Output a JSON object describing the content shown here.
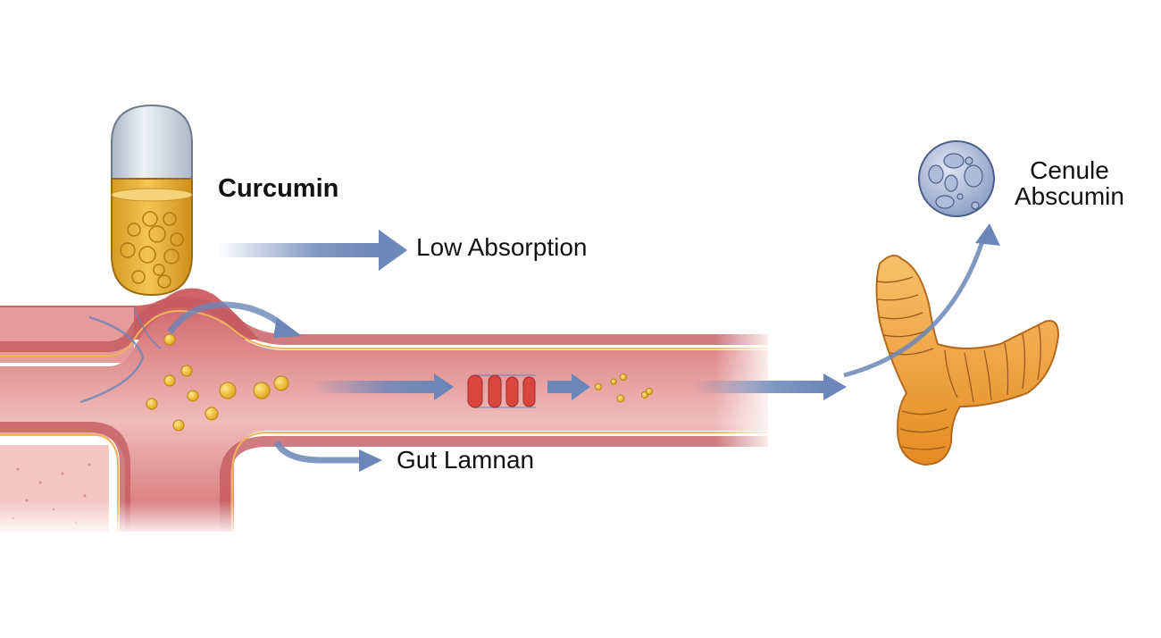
{
  "diagram": {
    "title": "Curcumin absorption pathway",
    "labels": {
      "capsule": "Curcumin",
      "low_absorption": "Low Absorption",
      "gut": "Gut Lamnan",
      "cell_line1": "Cenule",
      "cell_line2": "Abscumin"
    },
    "icons": [
      "capsule-icon",
      "intestine-illustration",
      "pill-cluster-icon",
      "turmeric-root-icon",
      "cell-icon",
      "arrow-icon"
    ],
    "colors": {
      "arrow": "#6b86b8",
      "capsule_fill": "#e9b23a",
      "capsule_cap": "#c9d3e0",
      "tissue": "#d9777a",
      "tissue_light": "#f2c4c2",
      "lining": "#f0b35a",
      "particle": "#f2b820",
      "turmeric": "#f0a23a",
      "turmeric_line": "#9a5a1e",
      "cell": "#8fa2c8"
    }
  }
}
